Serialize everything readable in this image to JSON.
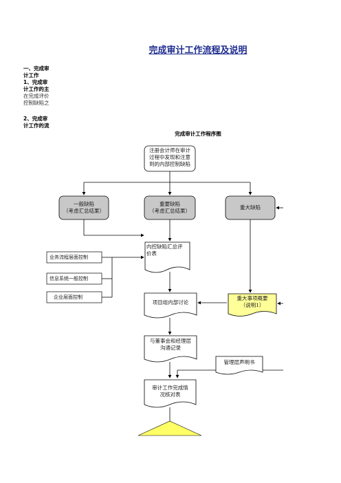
{
  "title": "完成审计工作流程及说明",
  "section1": {
    "heading_line1": "一、完成审",
    "heading_line2": "计工作",
    "sub_line1": "1、完成审",
    "sub_line2": "计工作的主",
    "note_line1": "在完成评价",
    "note_line2": "控制缺陷之"
  },
  "section2": {
    "heading_line1": "2、完成审",
    "heading_line2": "计工作的流"
  },
  "diagram_title": "完成审计工作程序图",
  "nodes": {
    "start": [
      "注册会计师在审计",
      "过程中发现和注意",
      "到的内部控制缺陷"
    ],
    "general": [
      "一般缺陷",
      "（考虑汇总结果）"
    ],
    "important": [
      "重要缺陷",
      "（考虑汇总结果）"
    ],
    "major": [
      "重大缺陷"
    ],
    "summary": [
      "内控缺陷汇总评",
      "价表"
    ],
    "business": [
      "业务流程层面控制"
    ],
    "it": [
      "信息系统一般控制"
    ],
    "entity": [
      "企业层面控制"
    ],
    "discuss": [
      "项目组内部讨论"
    ],
    "major_summary": [
      "重大事项概要",
      "（说明1）"
    ],
    "board": [
      "与董事会和经理层",
      "沟通记录"
    ],
    "mgmt": [
      "管理层声明书"
    ],
    "checklist": [
      "审计工作完成情",
      "况核对表"
    ]
  },
  "colors": {
    "title": "#1f2d8f",
    "box_fill": "#c8c8c8",
    "note_fill": "#ffff99",
    "triangle_fill": "#ffff66"
  }
}
